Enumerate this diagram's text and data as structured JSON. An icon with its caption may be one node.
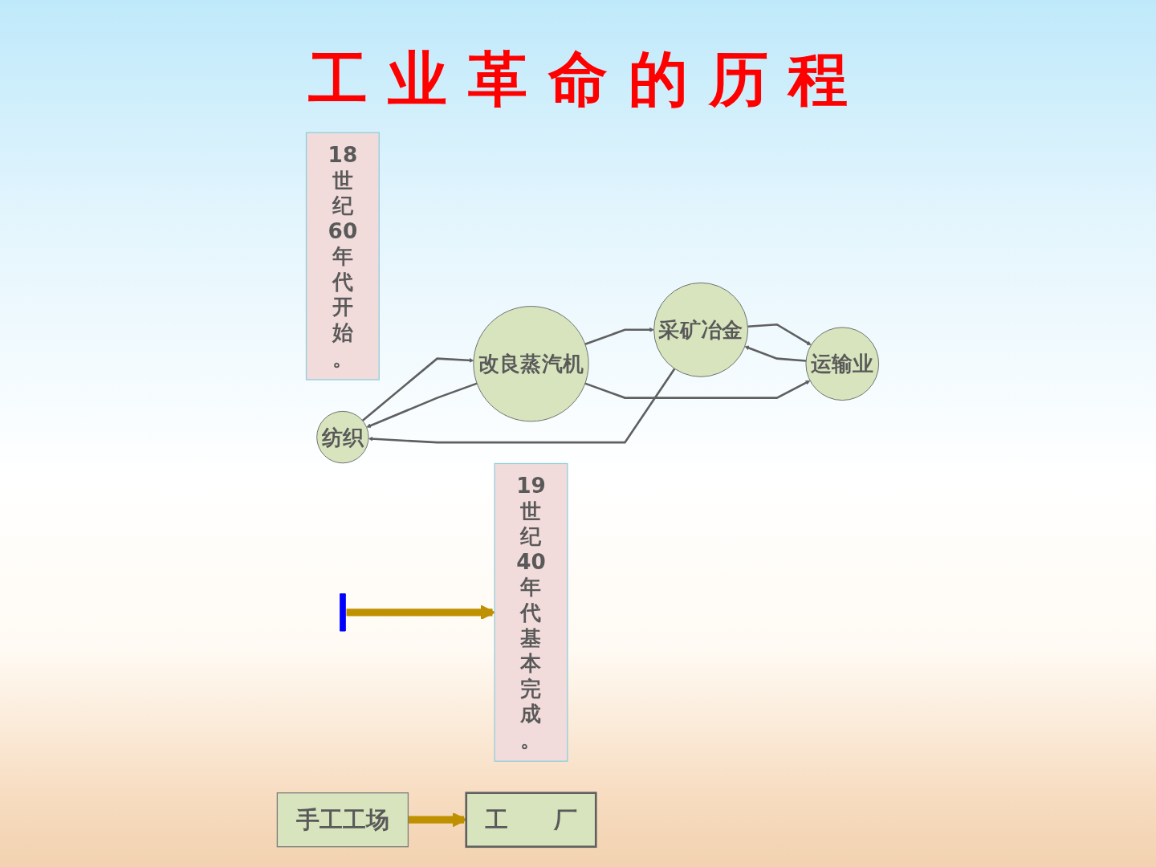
{
  "diagram": {
    "title": "工 业 革 命 的 历 程",
    "nodes": [
      {
        "text": [
          "18世纪60年代开始。"
        ]
      },
      {
        "text": [
          "纺织"
        ]
      },
      {
        "text": [
          "改良蒸汽机"
        ]
      },
      {
        "text": [],
        "shape": "bar"
      },
      {
        "text": [
          "19世纪40年代基本完成。"
        ]
      },
      {
        "text": [
          "采矿冶金"
        ]
      },
      {
        "text": [
          "运输业"
        ]
      },
      {
        "text": [
          "手工工场"
        ]
      },
      {
        "text": [
          "工 厂"
        ]
      }
    ],
    "edges": [
      {
        "from": 1,
        "to": 2,
        "arrow": "to"
      },
      {
        "from": 2,
        "to": 1,
        "arrow": "to"
      },
      {
        "from": 2,
        "to": 5,
        "arrow": "to"
      },
      {
        "from": 5,
        "to": 1,
        "arrow": "to"
      },
      {
        "from": 2,
        "to": 6,
        "arrow": "to"
      },
      {
        "from": 6,
        "to": 5,
        "arrow": "to"
      },
      {
        "from": 5,
        "to": 6,
        "arrow": "to"
      },
      {
        "from": 3,
        "to": 4,
        "arrow": "to",
        "style": "thick",
        "color": "#bf9000"
      },
      {
        "from": 7,
        "to": 8,
        "arrow": "to",
        "style": "thick",
        "color": "#bf9000"
      }
    ]
  }
}
